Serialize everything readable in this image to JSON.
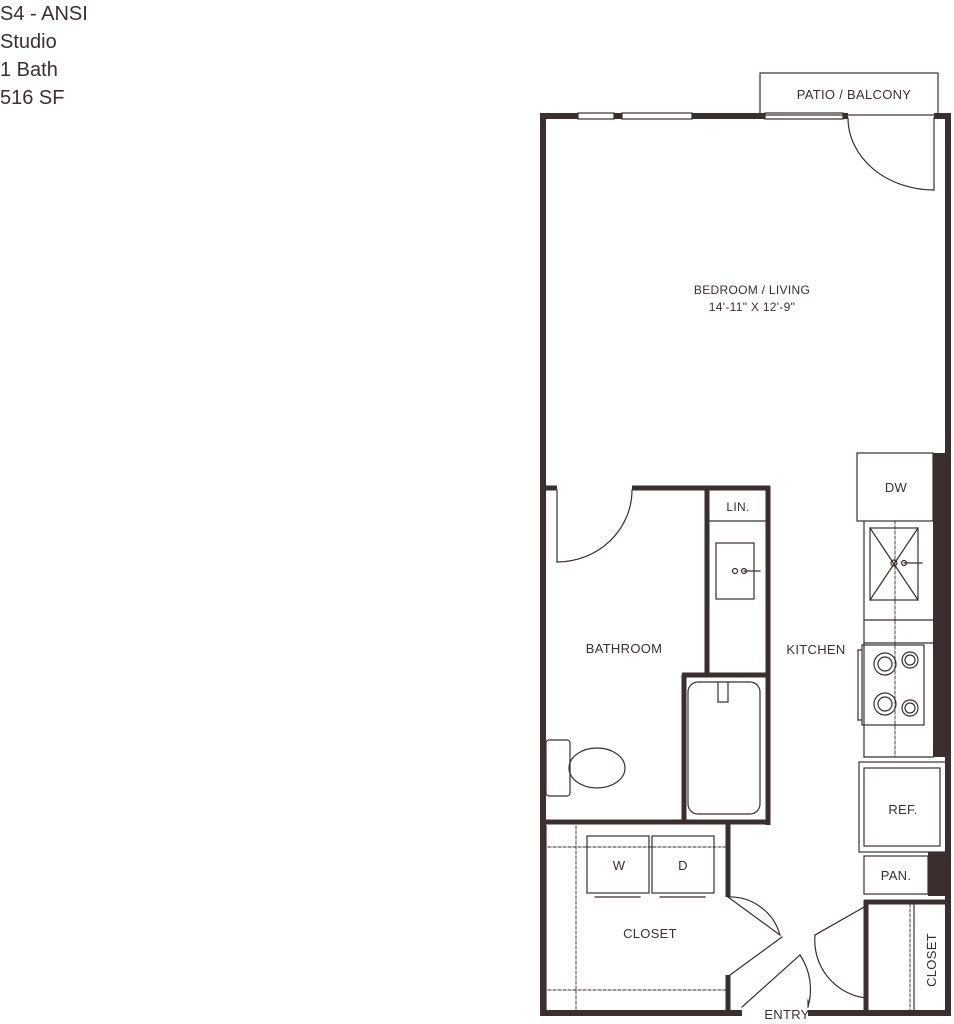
{
  "unit": {
    "name": "S4 - ANSI",
    "type": "Studio",
    "baths": "1 Bath",
    "area": "516 SF"
  },
  "rooms": {
    "patio": "PATIO / BALCONY",
    "living": "BEDROOM / LIVING",
    "living_dims": "14'-11\" X 12'-9\"",
    "bathroom": "BATHROOM",
    "linen": "LIN.",
    "kitchen": "KITCHEN",
    "dishwasher": "DW",
    "refrigerator": "REF.",
    "pantry": "PAN.",
    "washer": "W",
    "dryer": "D",
    "closet": "CLOSET",
    "entry_closet": "CLOSET",
    "entry": "ENTRY"
  },
  "colors": {
    "wall": "#3a2e2e",
    "line": "#3a2e2e",
    "background": "#ffffff"
  }
}
